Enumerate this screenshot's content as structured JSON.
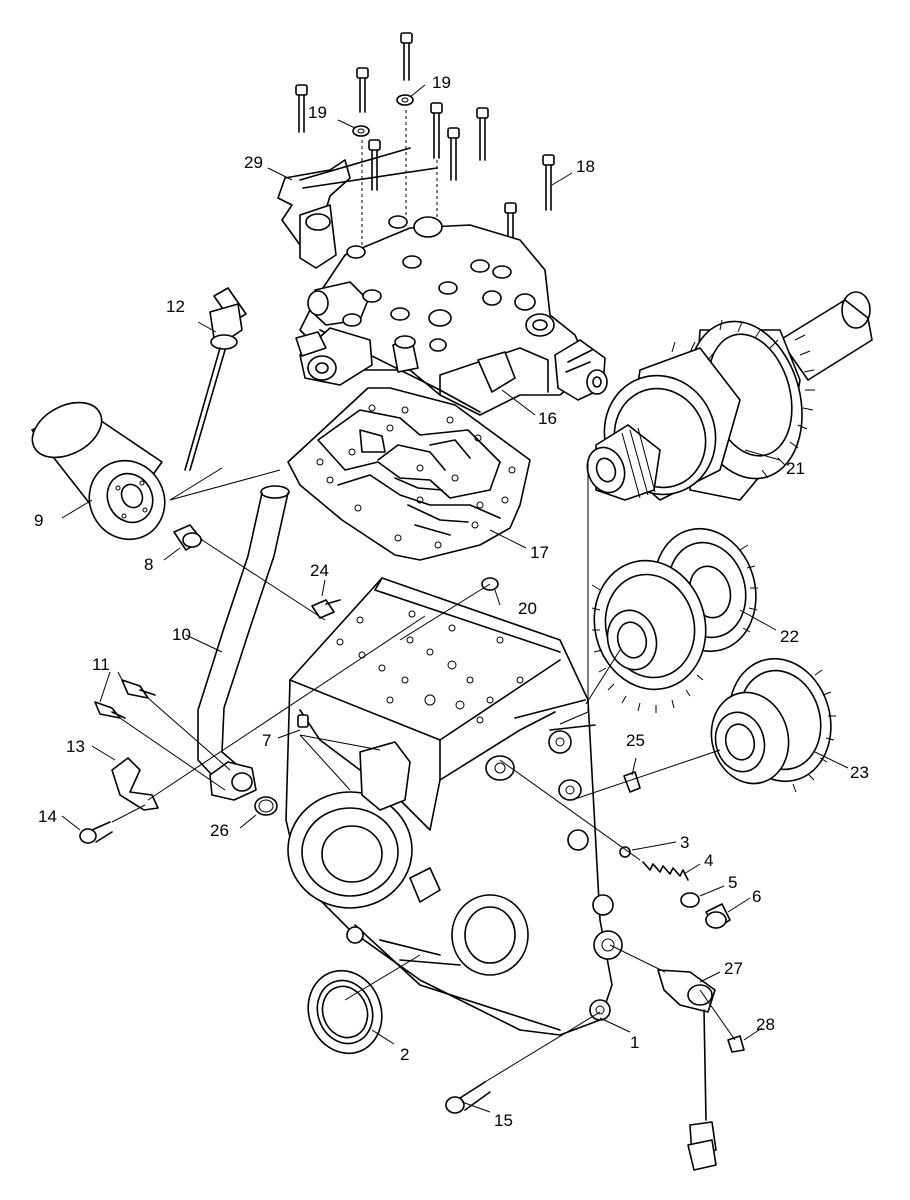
{
  "colors": {
    "ink": "#000000",
    "paper": "#ffffff"
  },
  "callouts": [
    {
      "id": "c1",
      "text": "1"
    },
    {
      "id": "c2",
      "text": "2"
    },
    {
      "id": "c3",
      "text": "3"
    },
    {
      "id": "c4",
      "text": "4"
    },
    {
      "id": "c5",
      "text": "5"
    },
    {
      "id": "c6",
      "text": "6"
    },
    {
      "id": "c7",
      "text": "7"
    },
    {
      "id": "c8",
      "text": "8"
    },
    {
      "id": "c9",
      "text": "9"
    },
    {
      "id": "c10",
      "text": "10"
    },
    {
      "id": "c11",
      "text": "11"
    },
    {
      "id": "c12",
      "text": "12"
    },
    {
      "id": "c13",
      "text": "13"
    },
    {
      "id": "c14",
      "text": "14"
    },
    {
      "id": "c15",
      "text": "15"
    },
    {
      "id": "c16",
      "text": "16"
    },
    {
      "id": "c17",
      "text": "17"
    },
    {
      "id": "c18",
      "text": "18"
    },
    {
      "id": "c19a",
      "text": "19"
    },
    {
      "id": "c19b",
      "text": "19"
    },
    {
      "id": "c20",
      "text": "20"
    },
    {
      "id": "c21",
      "text": "21"
    },
    {
      "id": "c22",
      "text": "22"
    },
    {
      "id": "c23",
      "text": "23"
    },
    {
      "id": "c24",
      "text": "24"
    },
    {
      "id": "c25",
      "text": "25"
    },
    {
      "id": "c26",
      "text": "26"
    },
    {
      "id": "c27",
      "text": "27"
    },
    {
      "id": "c28",
      "text": "28"
    },
    {
      "id": "c29",
      "text": "29"
    }
  ]
}
